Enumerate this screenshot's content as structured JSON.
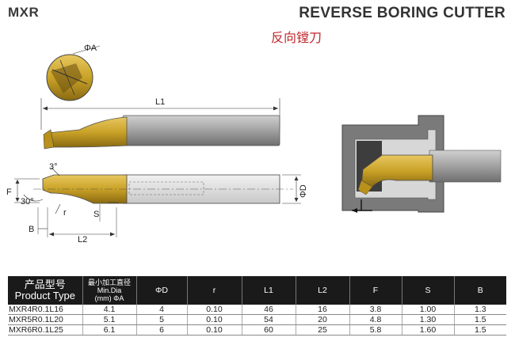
{
  "header": {
    "model_code": "MXR",
    "title_en": "REVERSE BORING CUTTER",
    "title_cn": "反向镗刀"
  },
  "drawing": {
    "labels": {
      "phi_a": "ΦA",
      "l1": "L1",
      "angle_top": "3°",
      "f": "F",
      "angle_side": "30°",
      "r": "r",
      "s": "S",
      "b": "B",
      "l2": "L2",
      "phi_d": "ΦD"
    }
  },
  "colors": {
    "gold": "#c9a227",
    "steel": "#9a9a9a",
    "header_bg": "#1a1a1a"
  },
  "table": {
    "headers": [
      {
        "cn": "产品型号",
        "en": "Product Type"
      },
      {
        "cn": "最小加工直径",
        "en1": "Min.Dia",
        "en2": "(mm) ΦA"
      },
      {
        "label": "ΦD"
      },
      {
        "label": "r"
      },
      {
        "label": "L1"
      },
      {
        "label": "L2"
      },
      {
        "label": "F"
      },
      {
        "label": "S"
      },
      {
        "label": "B"
      }
    ],
    "rows": [
      [
        "MXR4R0.1L16",
        "4.1",
        "4",
        "0.10",
        "46",
        "16",
        "3.8",
        "1.00",
        "1.3"
      ],
      [
        "MXR5R0.1L20",
        "5.1",
        "5",
        "0.10",
        "54",
        "20",
        "4.8",
        "1.30",
        "1.5"
      ],
      [
        "MXR6R0.1L25",
        "6.1",
        "6",
        "0.10",
        "60",
        "25",
        "5.8",
        "1.60",
        "1.5"
      ]
    ]
  }
}
